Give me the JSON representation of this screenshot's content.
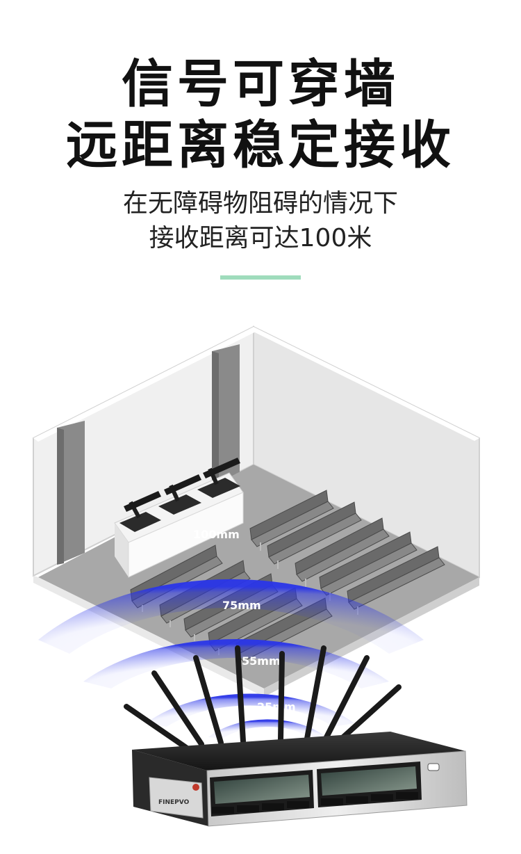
{
  "headline": {
    "line1": "信号可穿墙",
    "line2": "远距离稳定接收"
  },
  "subtitle": {
    "line1": "在无障碍物阻碍的情况下",
    "line2": "接收距离可达100米"
  },
  "range_labels": [
    "100mm",
    "75mm",
    "55mm",
    "25mm"
  ],
  "device": {
    "brand_logo": "FINEPVO",
    "antenna_count": 8
  },
  "colors": {
    "accent_divider": "#9fdcbc",
    "signal_wave": "#2a35e8",
    "headline_text": "#111111"
  }
}
